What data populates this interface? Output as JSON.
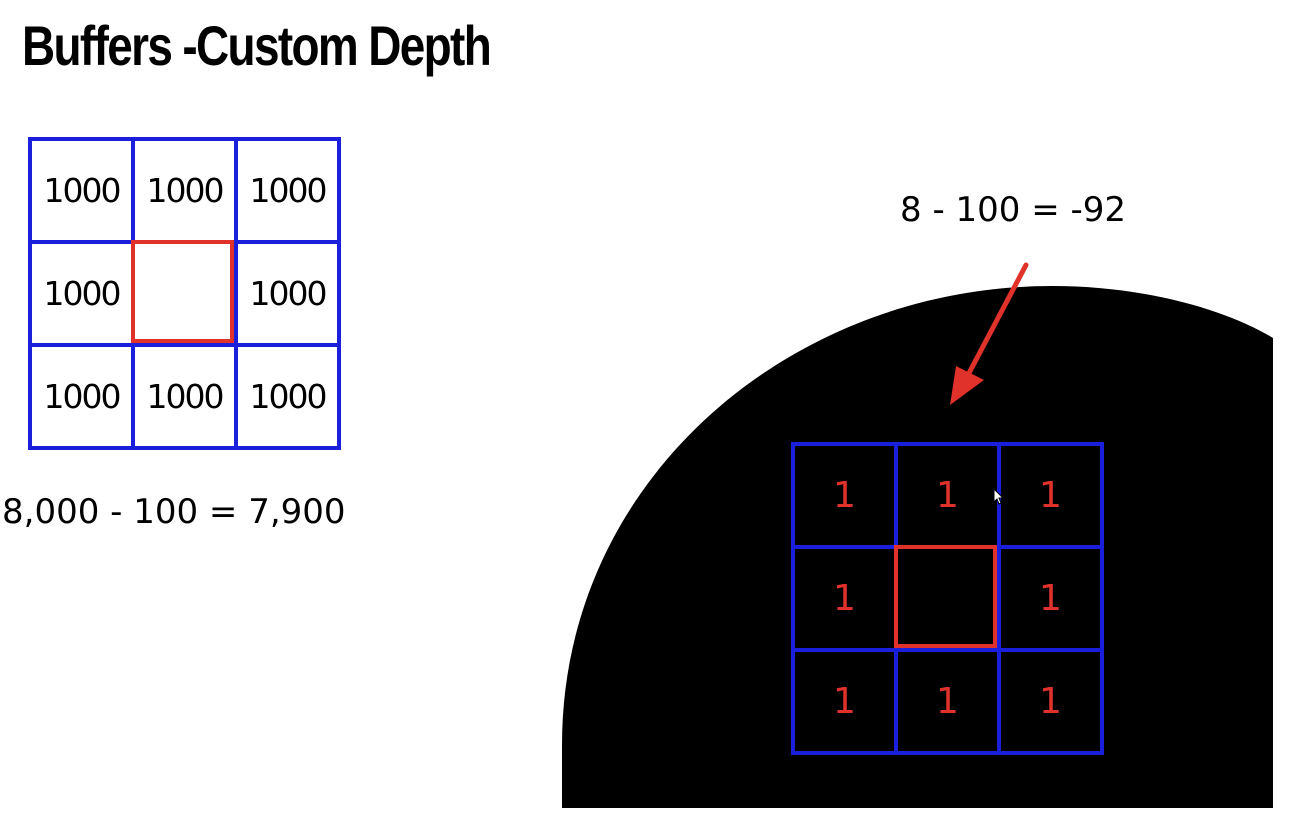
{
  "title": "Buffers -Custom Depth",
  "left_panel": {
    "cells": [
      "1000",
      "1000",
      "1000",
      "1000",
      "",
      "1000",
      "1000",
      "1000",
      "1000"
    ],
    "formula": "8,000 - 100 = 7,900"
  },
  "right_panel": {
    "cells": [
      "1",
      "1",
      "1",
      "1",
      "",
      "1",
      "1",
      "1",
      "1"
    ],
    "formula": "8 - 100 = -92"
  },
  "colors": {
    "grid_line": "#1a1fdc",
    "highlight": "#e0322b",
    "depth_shape": "#000000",
    "arrow": "#e0322b"
  }
}
